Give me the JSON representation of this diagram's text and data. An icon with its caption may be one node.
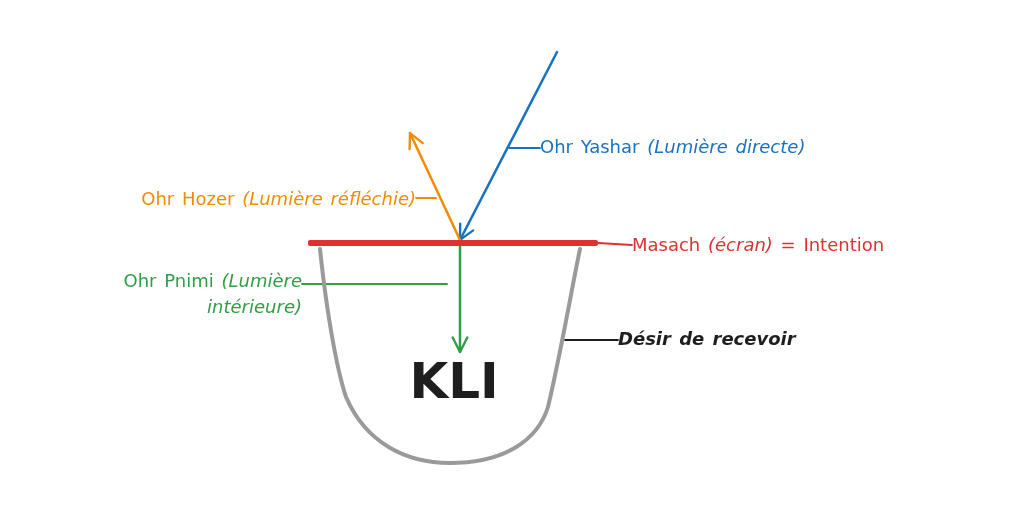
{
  "diagram": {
    "nodes": [
      {
        "text": [],
        "shape": "cup"
      },
      {
        "text": [
          "KLI"
        ],
        "in": 0
      },
      {
        "text": [],
        "shape": "bar"
      },
      {
        "text": [
          "Ohr Yashar *(Lumière directe)*"
        ]
      },
      {
        "text": [
          "Ohr Hozer *(Lumière réfléchie)*"
        ]
      },
      {
        "text": [
          "Ohr Pnimi *(Lumière intérieure)*"
        ]
      },
      {
        "text": [
          "Masach *(écran)* = Intention"
        ]
      },
      {
        "text": [
          "*Désir de recevoir*"
        ]
      }
    ],
    "edges": [
      {
        "from": null,
        "to": 2,
        "arrow": "to",
        "color": "#1971c2"
      },
      {
        "from": 2,
        "to": null,
        "arrow": "to",
        "color": "#f08c00"
      },
      {
        "from": 2,
        "to": 1,
        "arrow": "to",
        "color": "#2f9e44"
      },
      {
        "from": 3,
        "to": null,
        "arrow": "none",
        "color": "#1971c2"
      },
      {
        "from": 4,
        "to": null,
        "arrow": "none",
        "color": "#f08c00"
      },
      {
        "from": 5,
        "to": null,
        "arrow": "none",
        "color": "#2f9e44"
      },
      {
        "from": 6,
        "to": 2,
        "arrow": "none",
        "color": "#e03131"
      },
      {
        "from": 7,
        "to": 0,
        "arrow": "none",
        "color": "#1e1e1e"
      }
    ]
  }
}
